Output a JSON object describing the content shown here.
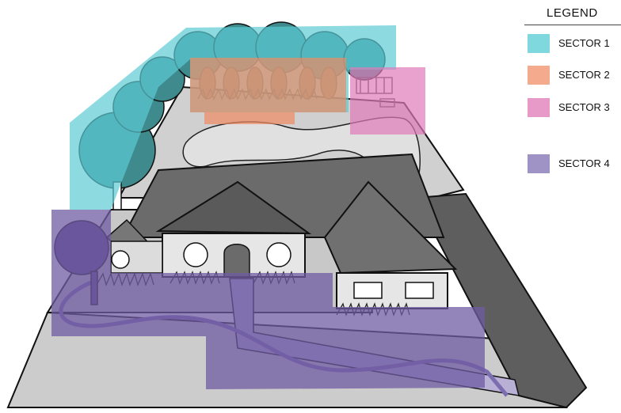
{
  "legend": {
    "title": "LEGEND",
    "items": [
      {
        "label": "SECTOR 1",
        "color": "#7fd8dd"
      },
      {
        "label": "SECTOR 2",
        "color": "#f4aa8d"
      },
      {
        "label": "SECTOR 3",
        "color": "#e79ac8"
      },
      {
        "label": "SECTOR 4",
        "color": "#9e93c4"
      }
    ]
  },
  "sector_overlays": {
    "sector_1": {
      "color": "#5dcbd4",
      "opacity": 0.7
    },
    "sector_2": {
      "color": "#f08a63",
      "opacity": 0.7
    },
    "sector_3": {
      "color": "#df7ab9",
      "opacity": 0.7
    },
    "sector_4": {
      "color": "#6f5ba2",
      "opacity": 0.75
    }
  },
  "palette": {
    "ground": "#c8c8c8",
    "roof": "#6b6b6b",
    "roof_dark": "#585858",
    "wall": "#e6e6e6",
    "tree": "#3e8a8c",
    "driveway": "#5e5e5e"
  }
}
